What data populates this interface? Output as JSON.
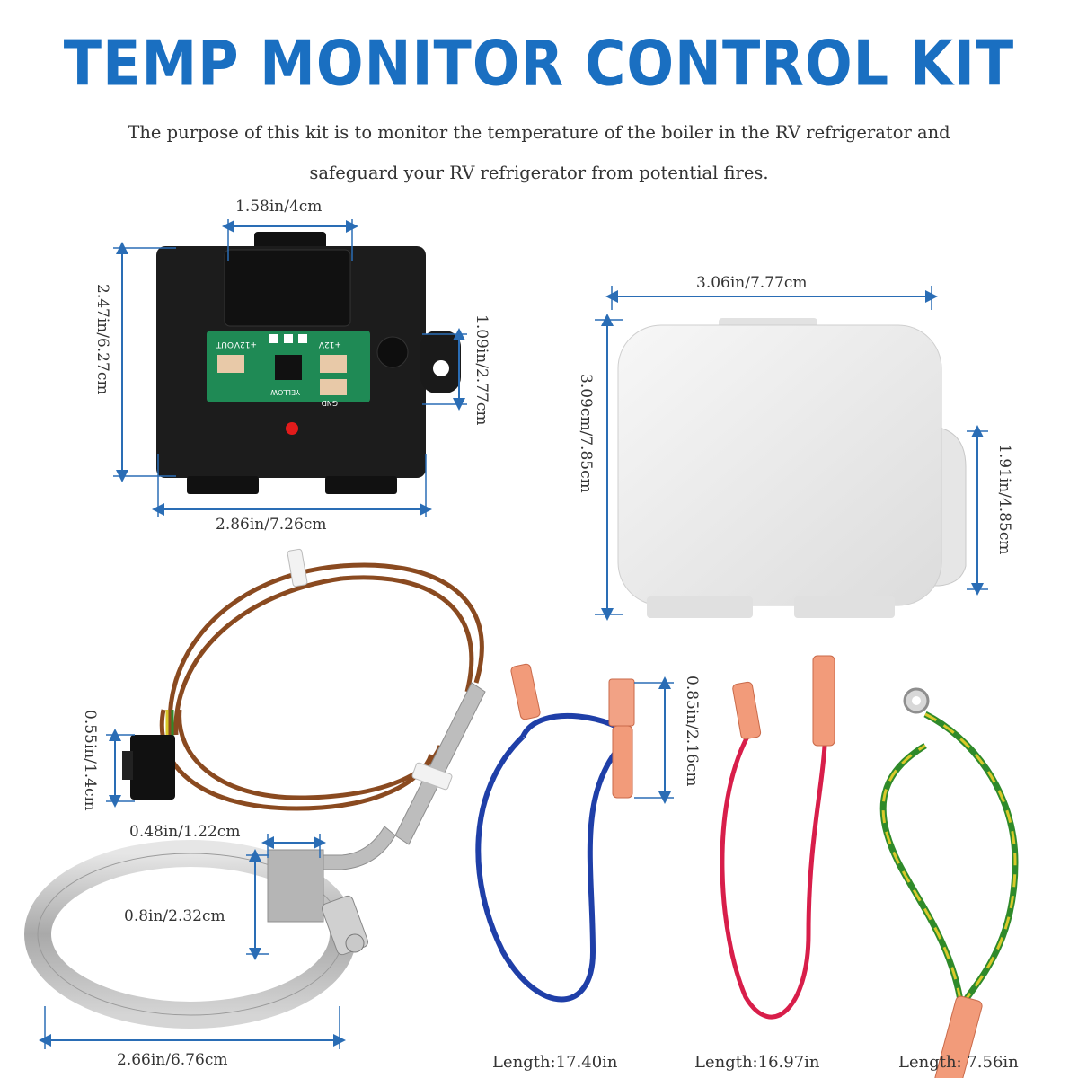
{
  "header": {
    "title": "TEMP MONITOR CONTROL KIT",
    "subtitle_line1": "The purpose of this kit is to monitor the temperature of the boiler in the RV refrigerator and",
    "subtitle_line2": "safeguard your RV refrigerator from potential fires."
  },
  "control_box": {
    "width_label": "2.86in/7.26cm",
    "height_label": "2.47in/6.27cm",
    "top_label": "1.58in/4cm",
    "side_label": "1.09in/2.77cm",
    "board_text": {
      "out": "OUT",
      "in_plus": "+12V",
      "out_plus": "+12V",
      "yellow": "YELLOW",
      "gnd": "GND"
    }
  },
  "cover": {
    "width_label": "3.06in/7.77cm",
    "height_label": "3.09cm/7.85cm",
    "side_label": "1.91in/4.85cm"
  },
  "sensor": {
    "connector_label": "0.55in/1.4cm",
    "clip_width_label": "0.48in/1.22cm",
    "clip_height_label": "0.8in/2.32cm",
    "clamp_label": "2.66in/6.76cm"
  },
  "wires": {
    "blue": {
      "terminal_label": "0.85in/2.16cm",
      "length_label": "Length:17.40in"
    },
    "red": {
      "length_label": "Length:16.97in"
    },
    "ground": {
      "length_label": "Length: 7.56in"
    }
  },
  "colors": {
    "title": "#1a6fc1",
    "dimension_line": "#2a6db5",
    "blue_wire": "#1f3fa8",
    "red_wire": "#d81e4a",
    "ground_wire_green": "#2f8a2a",
    "ground_wire_yellow": "#d9c92a",
    "sensor_wire": "#8a4a20",
    "pcb": "#1f8a55",
    "box": "#1c1c1c",
    "cover": "#eeeeee"
  }
}
